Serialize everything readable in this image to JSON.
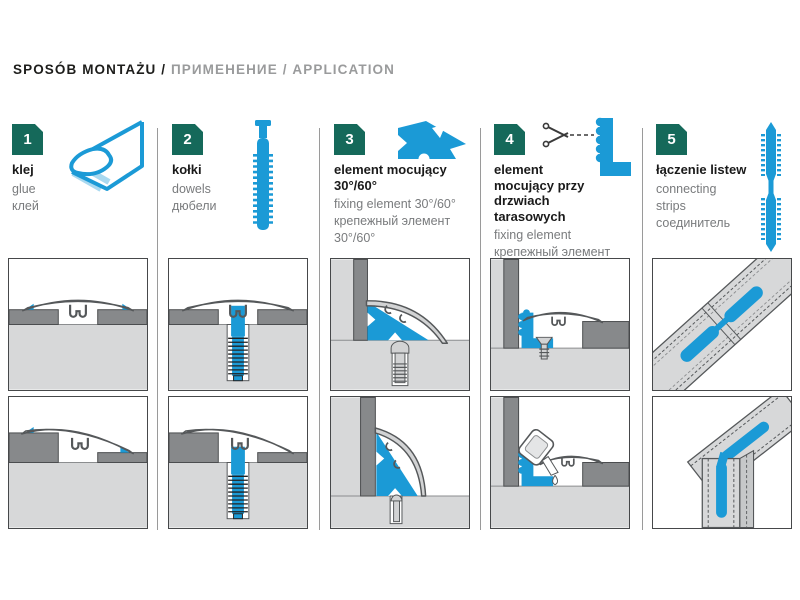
{
  "header": {
    "title_primary": "SPOSÓB MONTAŻU /",
    "title_secondary": "ПРИМЕНЕНИЕ / APPLICATION"
  },
  "columns": [
    {
      "num": "1",
      "label_pl": "klej",
      "label_en": "glue",
      "label_ru": "клей",
      "icon": "glue-application-icon"
    },
    {
      "num": "2",
      "label_pl": "kołki",
      "label_en": "dowels",
      "label_ru": "дюбели",
      "icon": "dowel-icon"
    },
    {
      "num": "3",
      "label_pl": "element mocujący 30°/60°",
      "label_en": "fixing element 30°/60°",
      "label_ru": "крепежный элемент 30°/60°",
      "icon": "fixing-element-icon"
    },
    {
      "num": "4",
      "label_pl": "element mocujący przy drzwiach tarasowych",
      "label_en": "fixing element",
      "label_ru": "крепежный элемент",
      "icon": "scissors-cut-profile-icon"
    },
    {
      "num": "5",
      "label_pl": "łączenie listew",
      "label_en": "connecting strips",
      "label_ru": "соединитель",
      "icon": "connector-strip-icon"
    }
  ],
  "colors": {
    "accent_blue": "#1b9ad6",
    "light_blue": "#a9d9f0",
    "badge_green": "#15695a",
    "panel_dark": "#87898b",
    "panel_light": "#d7d8d9",
    "outline_dark": "#55585a",
    "text_black": "#1d1d1b",
    "text_gray": "#9a9b9c"
  }
}
